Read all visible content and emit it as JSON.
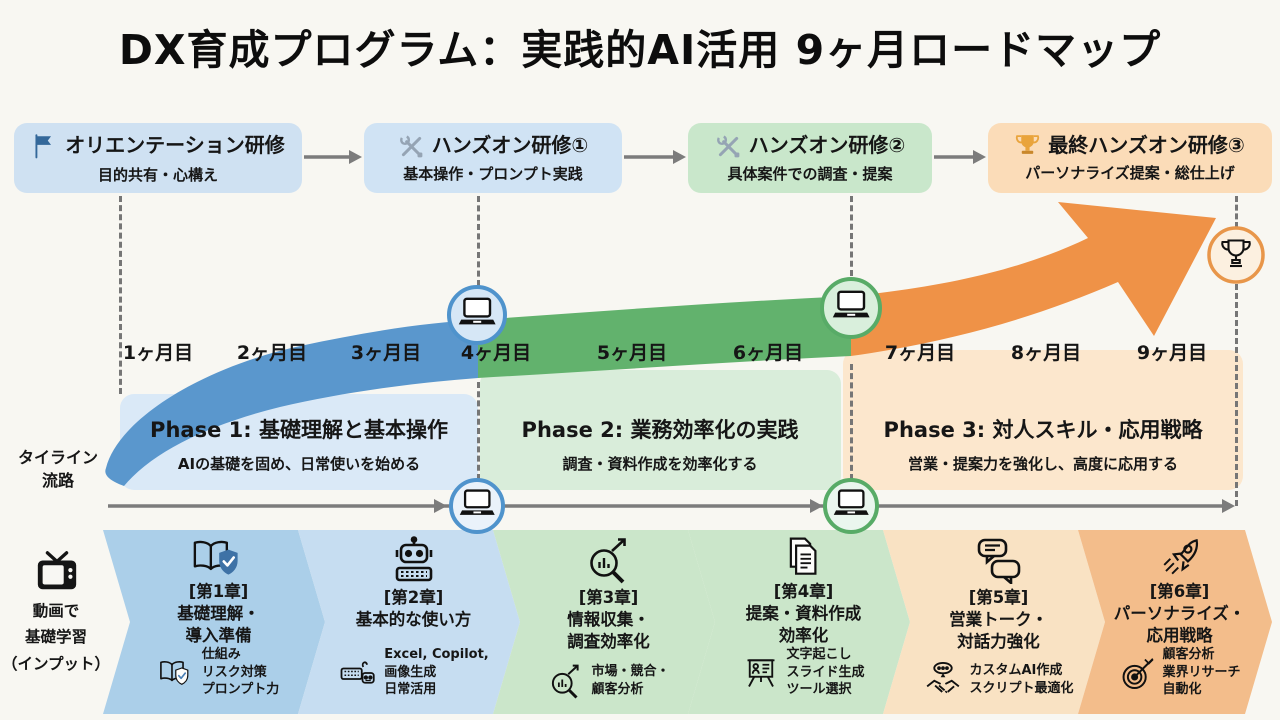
{
  "title": "DX育成プログラム：実践的AI活用 9ヶ月ロードマップ",
  "top_boxes": [
    {
      "icon": "flag-icon",
      "title": "オリエンテーション研修",
      "subtitle": "目的共有・心構え"
    },
    {
      "icon": "tools-icon",
      "title": "ハンズオン研修①",
      "subtitle": "基本操作・プロンプト実践"
    },
    {
      "icon": "tools-icon",
      "title": "ハンズオン研修②",
      "subtitle": "具体案件での調査・提案"
    },
    {
      "icon": "trophy-icon",
      "title": "最終ハンズオン研修③",
      "subtitle": "パーソナライズ提案・総仕上げ"
    }
  ],
  "months": [
    "1ヶ月目",
    "2ヶ月目",
    "3ヶ月目",
    "4ヶ月目",
    "5ヶ月目",
    "6ヶ月目",
    "7ヶ月目",
    "8ヶ月目",
    "9ヶ月目"
  ],
  "phases": [
    {
      "title": "Phase 1: 基礎理解と基本操作",
      "desc": "AIの基礎を固め、日常使いを始める"
    },
    {
      "title": "Phase 2: 業務効率化の実践",
      "desc": "調査・資料作成を効率化する"
    },
    {
      "title": "Phase 3: 対人スキル・応用戦略",
      "desc": "営業・提案力を強化し、高度に応用する"
    }
  ],
  "side_labels": {
    "timeline": [
      "タイライン",
      "流路"
    ],
    "video": [
      "動画で",
      "基礎学習",
      "（インプット）"
    ]
  },
  "chapters": [
    {
      "tag": "[第1章]",
      "lines": [
        "基礎理解・",
        "導入準備"
      ],
      "points": [
        "仕組み",
        "リスク対策",
        "プロンプト力"
      ]
    },
    {
      "tag": "[第2章]",
      "lines": [
        "基本的な使い方"
      ],
      "points": [
        "Excel, Copilot,",
        "画像生成",
        "日常活用"
      ]
    },
    {
      "tag": "[第3章]",
      "lines": [
        "情報収集・",
        "調査効率化"
      ],
      "points": [
        "市場・競合・",
        "顧客分析"
      ]
    },
    {
      "tag": "[第4章]",
      "lines": [
        "提案・資料作成",
        "効率化"
      ],
      "points": [
        "文字起こし",
        "スライド生成",
        "ツール選択"
      ]
    },
    {
      "tag": "[第5章]",
      "lines": [
        "営業トーク・",
        "対話力強化"
      ],
      "points": [
        "カスタムAI作成",
        "スクリプト最適化"
      ]
    },
    {
      "tag": "[第6章]",
      "lines": [
        "パーソナライズ・",
        "応用戦略"
      ],
      "points": [
        "顧客分析",
        "業界リサーチ",
        "自動化"
      ]
    }
  ],
  "colors": {
    "background": "#f8f7f2",
    "phase1_band": "#5a97cd",
    "phase2_band": "#62b26d",
    "phase3_band": "#ef9247",
    "phase1_panel": "#dae9f7",
    "phase2_panel": "#d9edda",
    "phase3_panel": "#fce7cd",
    "box_blue": "#cfe1f2",
    "box_green": "#c9e7cb",
    "box_orange": "#fbdcb8",
    "chev1": "#abcfe9",
    "chev2": "#c6ddf1",
    "chev34": "#cbe6ca",
    "chev5": "#f9e2c3",
    "chev6": "#f3bd8b",
    "arrow_gray": "#7c7c7c",
    "flag_blue": "#34689a",
    "trophy_gold": "#e9a43c"
  }
}
